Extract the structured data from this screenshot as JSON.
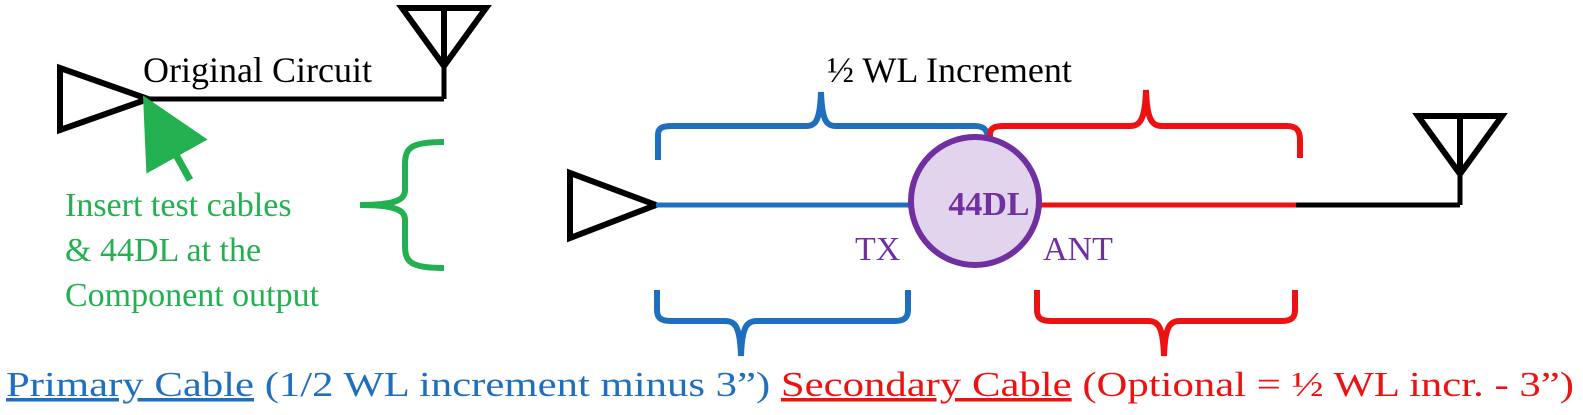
{
  "labels": {
    "original_circuit": "Original Circuit",
    "half_wl_increment": "½ WL Increment",
    "instruction_line1": "Insert test cables",
    "instruction_line2": "& 44DL at the",
    "instruction_line3": "Component output",
    "device": "44DL",
    "tx": "TX",
    "ant": "ANT"
  },
  "caption": {
    "primary_label": "Primary Cable",
    "primary_note": "(1/2 WL increment minus 3”)",
    "secondary_label": "Secondary Cable",
    "secondary_note": "(Optional = ½ WL incr. - 3”)"
  },
  "colors": {
    "primary": "#1f6fbf",
    "secondary": "#ee1111",
    "instruction": "#22b050",
    "device_stroke": "#7030a0",
    "device_fill": "#e3d4ee",
    "line": "#000000"
  },
  "icons": {
    "amplifier": "triangle-amplifier-icon",
    "antenna": "antenna-icon",
    "pointer": "arrow-icon"
  }
}
